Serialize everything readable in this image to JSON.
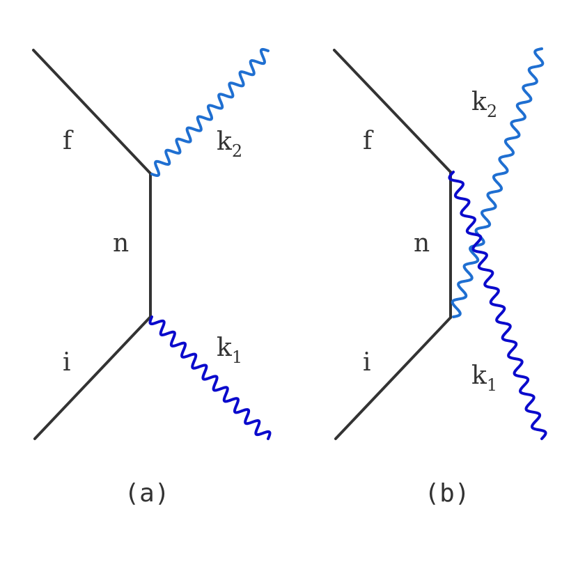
{
  "colors": {
    "fermion": "#333333",
    "photon_k1": "#0a0acc",
    "photon_k2": "#1f6fd1",
    "text": "#333333"
  },
  "diagram_a": {
    "caption": "(a)",
    "labels": {
      "f": "f",
      "n": "n",
      "i": "i",
      "k": "k",
      "k2_sub": "2",
      "k1_sub": "1"
    }
  },
  "diagram_b": {
    "caption": "(b)",
    "labels": {
      "f": "f",
      "n": "n",
      "i": "i",
      "k": "k",
      "k2_sub": "2",
      "k1_sub": "1"
    }
  }
}
